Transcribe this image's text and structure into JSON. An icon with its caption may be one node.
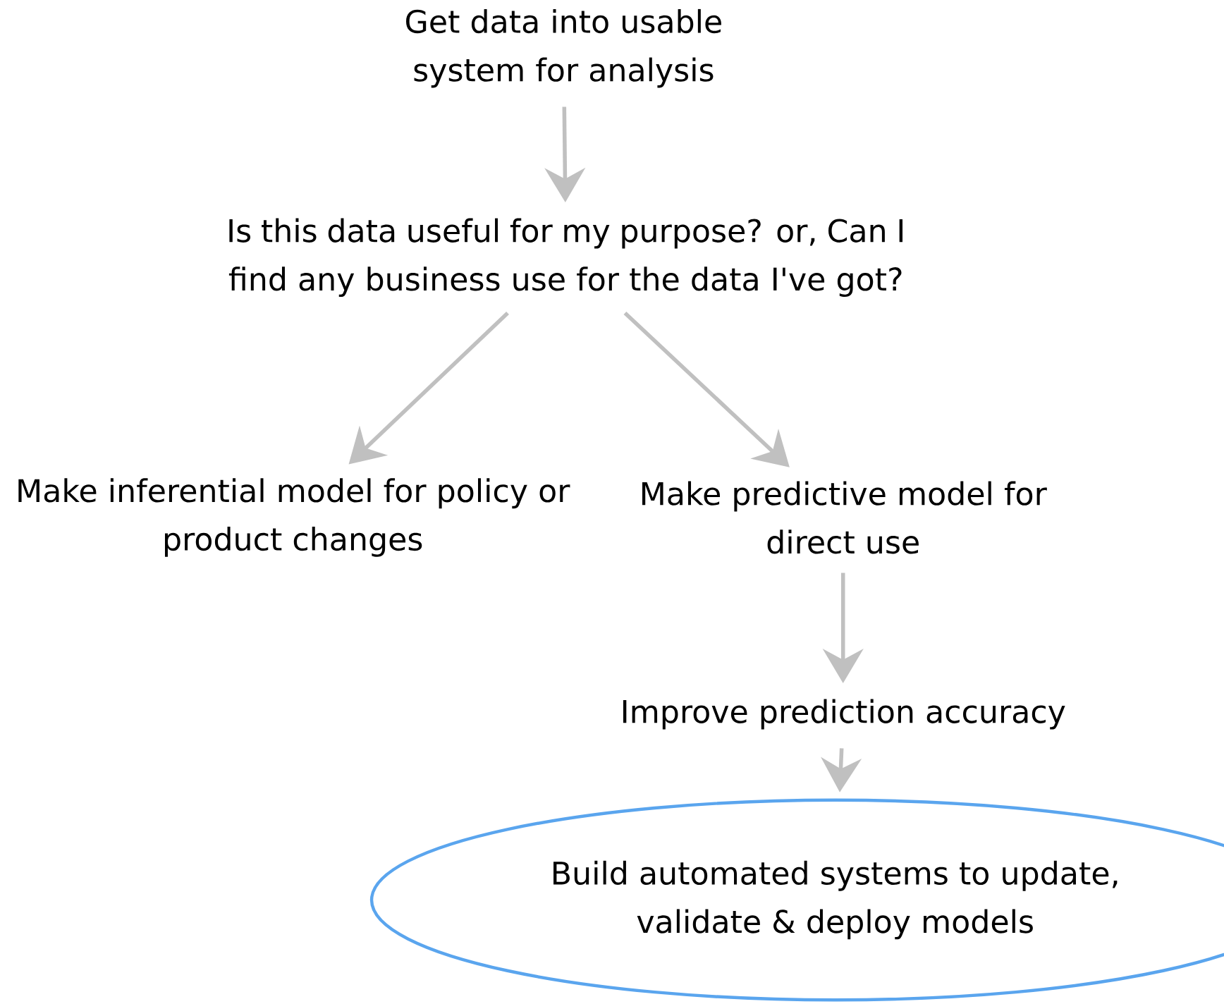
{
  "diagram": {
    "nodes": [
      {
        "text": [
          "Get data into usable system for analysis"
        ]
      },
      {
        "text": [
          "Is this data useful for my purpose? or, Can I find any business use for the data I've got?"
        ]
      },
      {
        "text": [
          "Make inferential model for policy or product changes"
        ]
      },
      {
        "text": [
          "Make predictive model for direct use"
        ]
      },
      {
        "text": [
          "Improve prediction accuracy"
        ]
      },
      {
        "text": [
          "Build automated systems to update, validate & deploy models"
        ]
      }
    ],
    "edges": [
      {
        "from": 0,
        "to": 1,
        "arrow": "to"
      },
      {
        "from": 1,
        "to": 2,
        "arrow": "to"
      },
      {
        "from": 1,
        "to": 3,
        "arrow": "to"
      },
      {
        "from": 3,
        "to": 4,
        "arrow": "to"
      },
      {
        "from": 4,
        "to": 5,
        "arrow": "to"
      }
    ]
  }
}
